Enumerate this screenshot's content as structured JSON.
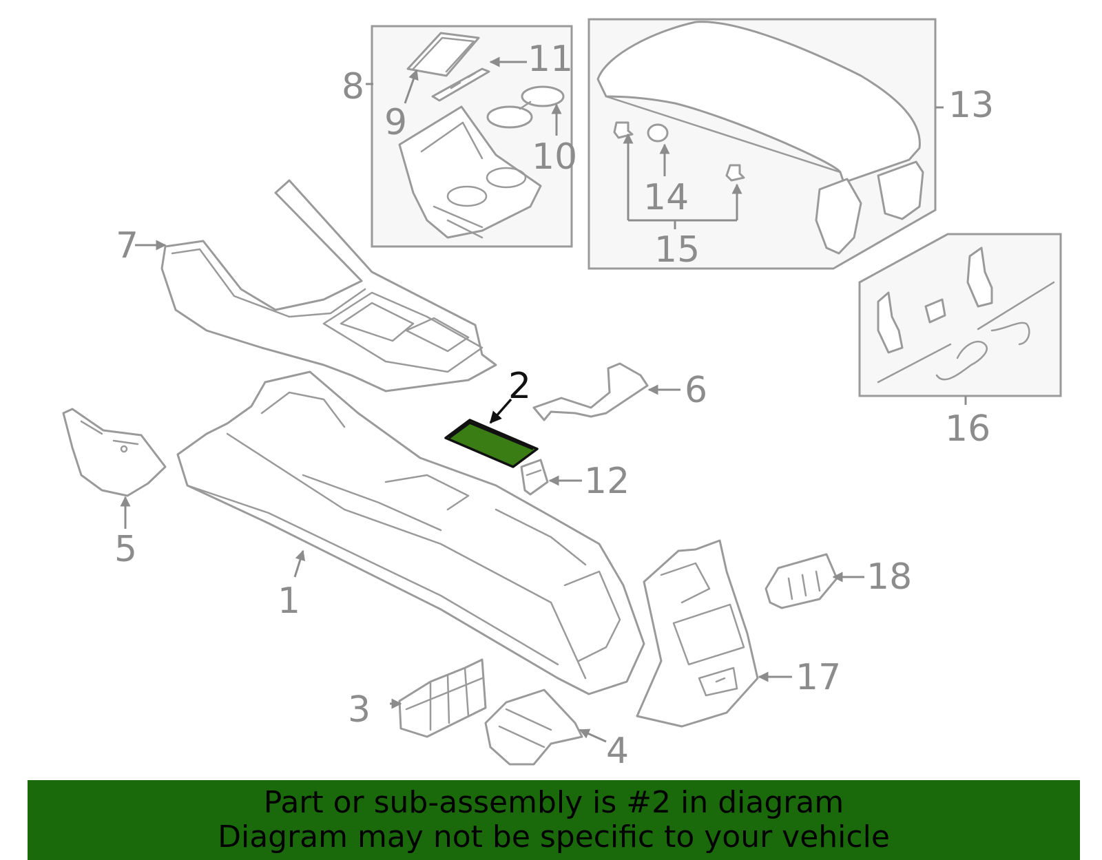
{
  "callouts": {
    "c1": "1",
    "c2": "2",
    "c3": "3",
    "c4": "4",
    "c5": "5",
    "c6": "6",
    "c7": "7",
    "c8": "8",
    "c9": "9",
    "c10": "10",
    "c11": "11",
    "c12": "12",
    "c13": "13",
    "c14": "14",
    "c15": "15",
    "c16": "16",
    "c17": "17",
    "c18": "18"
  },
  "highlighted_part": "2",
  "colors": {
    "highlight_fill": "#3a7d14",
    "banner_background": "#1a6a0c",
    "line_gray": "#9a9a9a",
    "text_gray": "#8c8c8c"
  },
  "banner": {
    "line1": "Part or sub-assembly is #2 in diagram",
    "line2": "Diagram may not be specific to your vehicle"
  }
}
